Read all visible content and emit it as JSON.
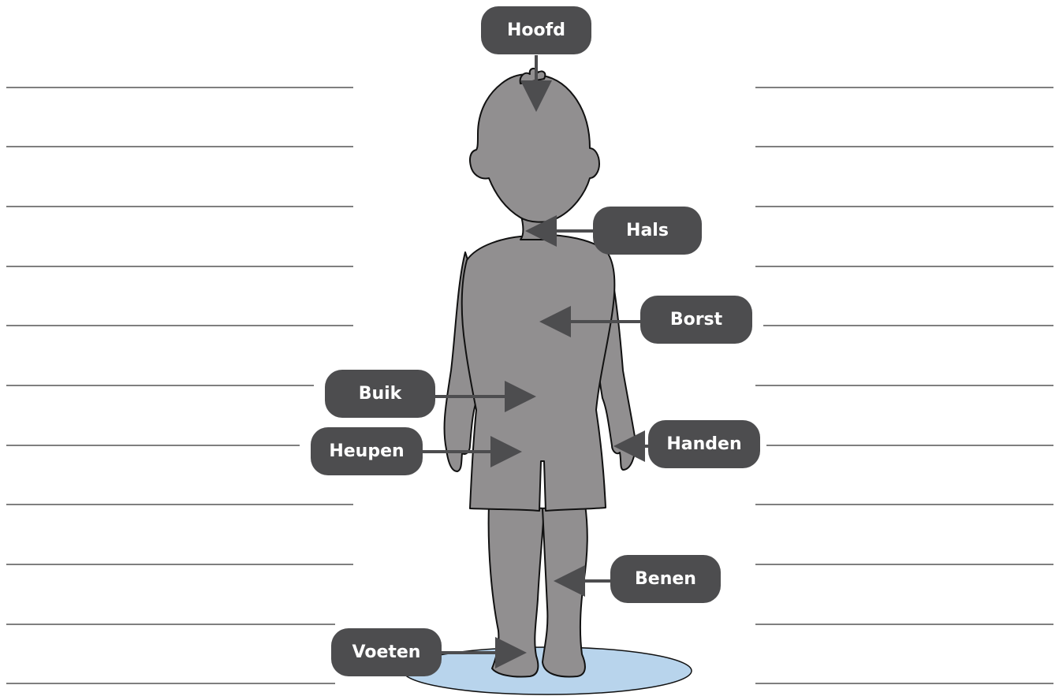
{
  "labels": {
    "hoofd": "Hoofd",
    "hals": "Hals",
    "borst": "Borst",
    "buik": "Buik",
    "heupen": "Heupen",
    "handen": "Handen",
    "benen": "Benen",
    "voeten": "Voeten"
  },
  "colors": {
    "silhouette": "#918f90",
    "outline": "#111111",
    "label_bg": "#4d4d4f",
    "label_text": "#ffffff",
    "arrow": "#4d4d4f",
    "ground": "#b8d4ec",
    "writing_lines": "#333333"
  },
  "writing_lines": {
    "left_count": 11,
    "right_count": 11
  }
}
